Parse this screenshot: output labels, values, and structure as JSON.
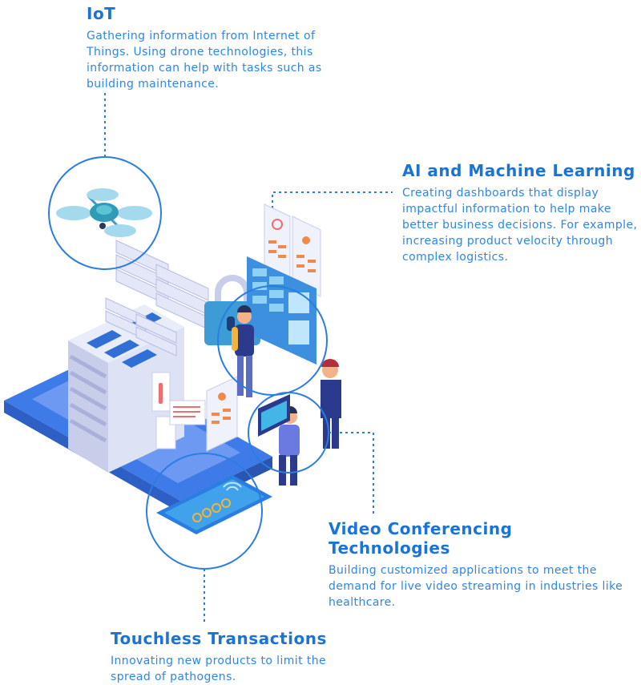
{
  "iot": {
    "title": "IoT",
    "text": "Gathering information from Internet of Things. Using drone technologies, this information can help with tasks such as building maintenance."
  },
  "ai": {
    "title": "AI and Machine Learning",
    "text": "Creating dashboards that display impactful information to help make better business decisions. For example, increasing product velocity through complex logistics."
  },
  "video": {
    "title": "Video Conferencing Technologies",
    "text": "Building customized applications to meet the demand for live video streaming in industries like healthcare."
  },
  "touchless": {
    "title": "Touchless Transactions",
    "text": "Innovating new products to limit the spread of pathogens."
  },
  "colors": {
    "accent": "#1a73d9",
    "body_text": "#2d86e8",
    "ring": "#2a7de1",
    "platform": "#3f7be8"
  }
}
